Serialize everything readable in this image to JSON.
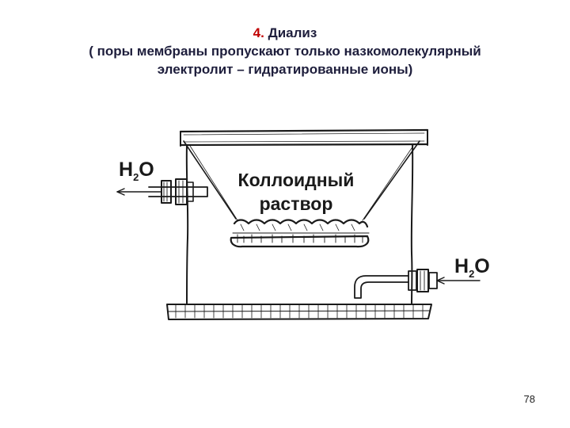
{
  "title": {
    "number": "4.",
    "name": "Диализ",
    "line2": "( поры мембраны пропускают только назкомолекулярный",
    "line3": "электролит – гидратированные ионы)"
  },
  "labels": {
    "water_out": {
      "base": "H",
      "sub": "2",
      "tail": "O"
    },
    "water_in": {
      "base": "H",
      "sub": "2",
      "tail": "O"
    },
    "colloid_line1": "Коллоидный",
    "colloid_line2": "раствор"
  },
  "page_number": "78"
}
